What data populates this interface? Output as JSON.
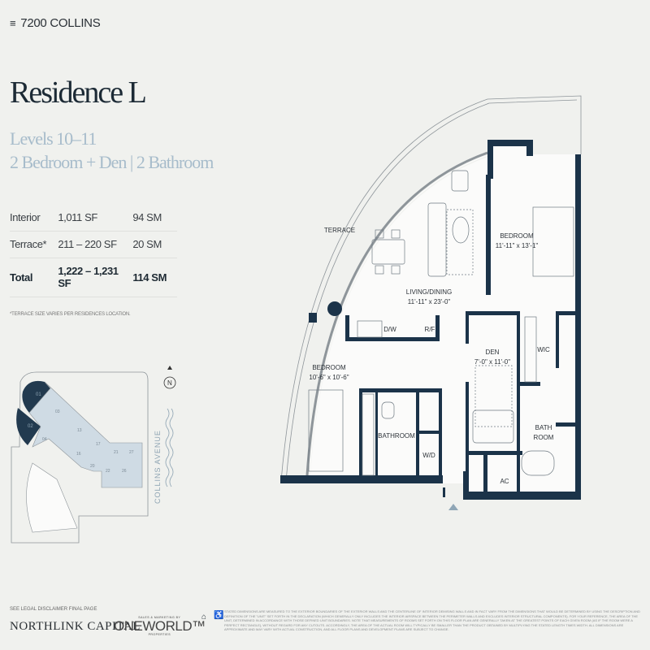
{
  "brand": {
    "logo_icon": "stacked-lines-logo-icon",
    "name": "7200 COLLINS"
  },
  "title": "Residence L",
  "subtitle": {
    "levels": "Levels 10–11",
    "type": "2 Bedroom + Den | 2 Bathroom"
  },
  "areas": [
    {
      "label": "Interior",
      "sf": "1,011 SF",
      "sm": "94 SM"
    },
    {
      "label": "Terrace*",
      "sf": "211 – 220 SF",
      "sm": "20 SM"
    },
    {
      "label": "Total",
      "sf": "1,222 – 1,231 SF",
      "sm": "114 SM"
    }
  ],
  "footnote": "*TERRACE SIZE VARIES PER RESIDENCES LOCATION.",
  "keyplan": {
    "street": "COLLINS AVENUE",
    "north": "N",
    "units": [
      "01",
      "02",
      "03",
      "04",
      "13",
      "16",
      "17",
      "20",
      "21",
      "22",
      "26",
      "27"
    ],
    "highlighted": [
      "01",
      "02"
    ],
    "colors": {
      "highlight": "#223a4f",
      "unit": "#cfdbe4"
    }
  },
  "plan": {
    "rooms": {
      "terrace": "TERRACE",
      "living": "LIVING/DINING",
      "living_dim": "11'-11\" x 23'-0\"",
      "bedroom1": "BEDROOM",
      "bedroom1_dim": "11'-11\" x 13'-1\"",
      "bedroom2": "BEDROOM",
      "bedroom2_dim": "10'-6\" x 10'-6\"",
      "den": "DEN",
      "den_dim": "7'-0\" x 11'-0\"",
      "wic": "WIC",
      "bath1": "BATHROOM",
      "bath2_line1": "BATH",
      "bath2_line2": "ROOM",
      "dw": "D/W",
      "rf": "R/F",
      "wd": "W/D",
      "ac": "AC"
    },
    "colors": {
      "wall": "#1b3349",
      "entry": "#8fa6b6"
    }
  },
  "footer": {
    "legal": "SEE LEGAL DISCLAIMER FINAL PAGE",
    "developer": "NORTHLINK CAPITAL",
    "marketing_small": "SALES & MARKETING BY",
    "marketing": "ONEWORLD™",
    "marketing_sub": "PROPERTIES",
    "icons": [
      "equal-housing-icon",
      "accessibility-icon"
    ],
    "disclaimer": "Stated dimensions are measured to the exterior boundaries of the exterior walls and the centerline of interior demising walls and in fact vary from the dimensions that would be determined by using the description and definition of the \"unit\" set forth in the declaration (which generally only includes the interior airspace between the perimeter walls and excludes interior structural components). For your reference, the area of the unit, determined in accordance with those defined unit boundaries. Note that measurements of rooms set forth on this floor plan are generally taken at the greatest points of each given room (as if the room were a perfect rectangle), without regard for any cutouts. Accordingly, the area of the actual room will typically be smaller than the product obtained by multiplying the stated length times width. All dimensions are approximate and may vary with actual construction, and all floor plans and development plans are subject to change."
  }
}
